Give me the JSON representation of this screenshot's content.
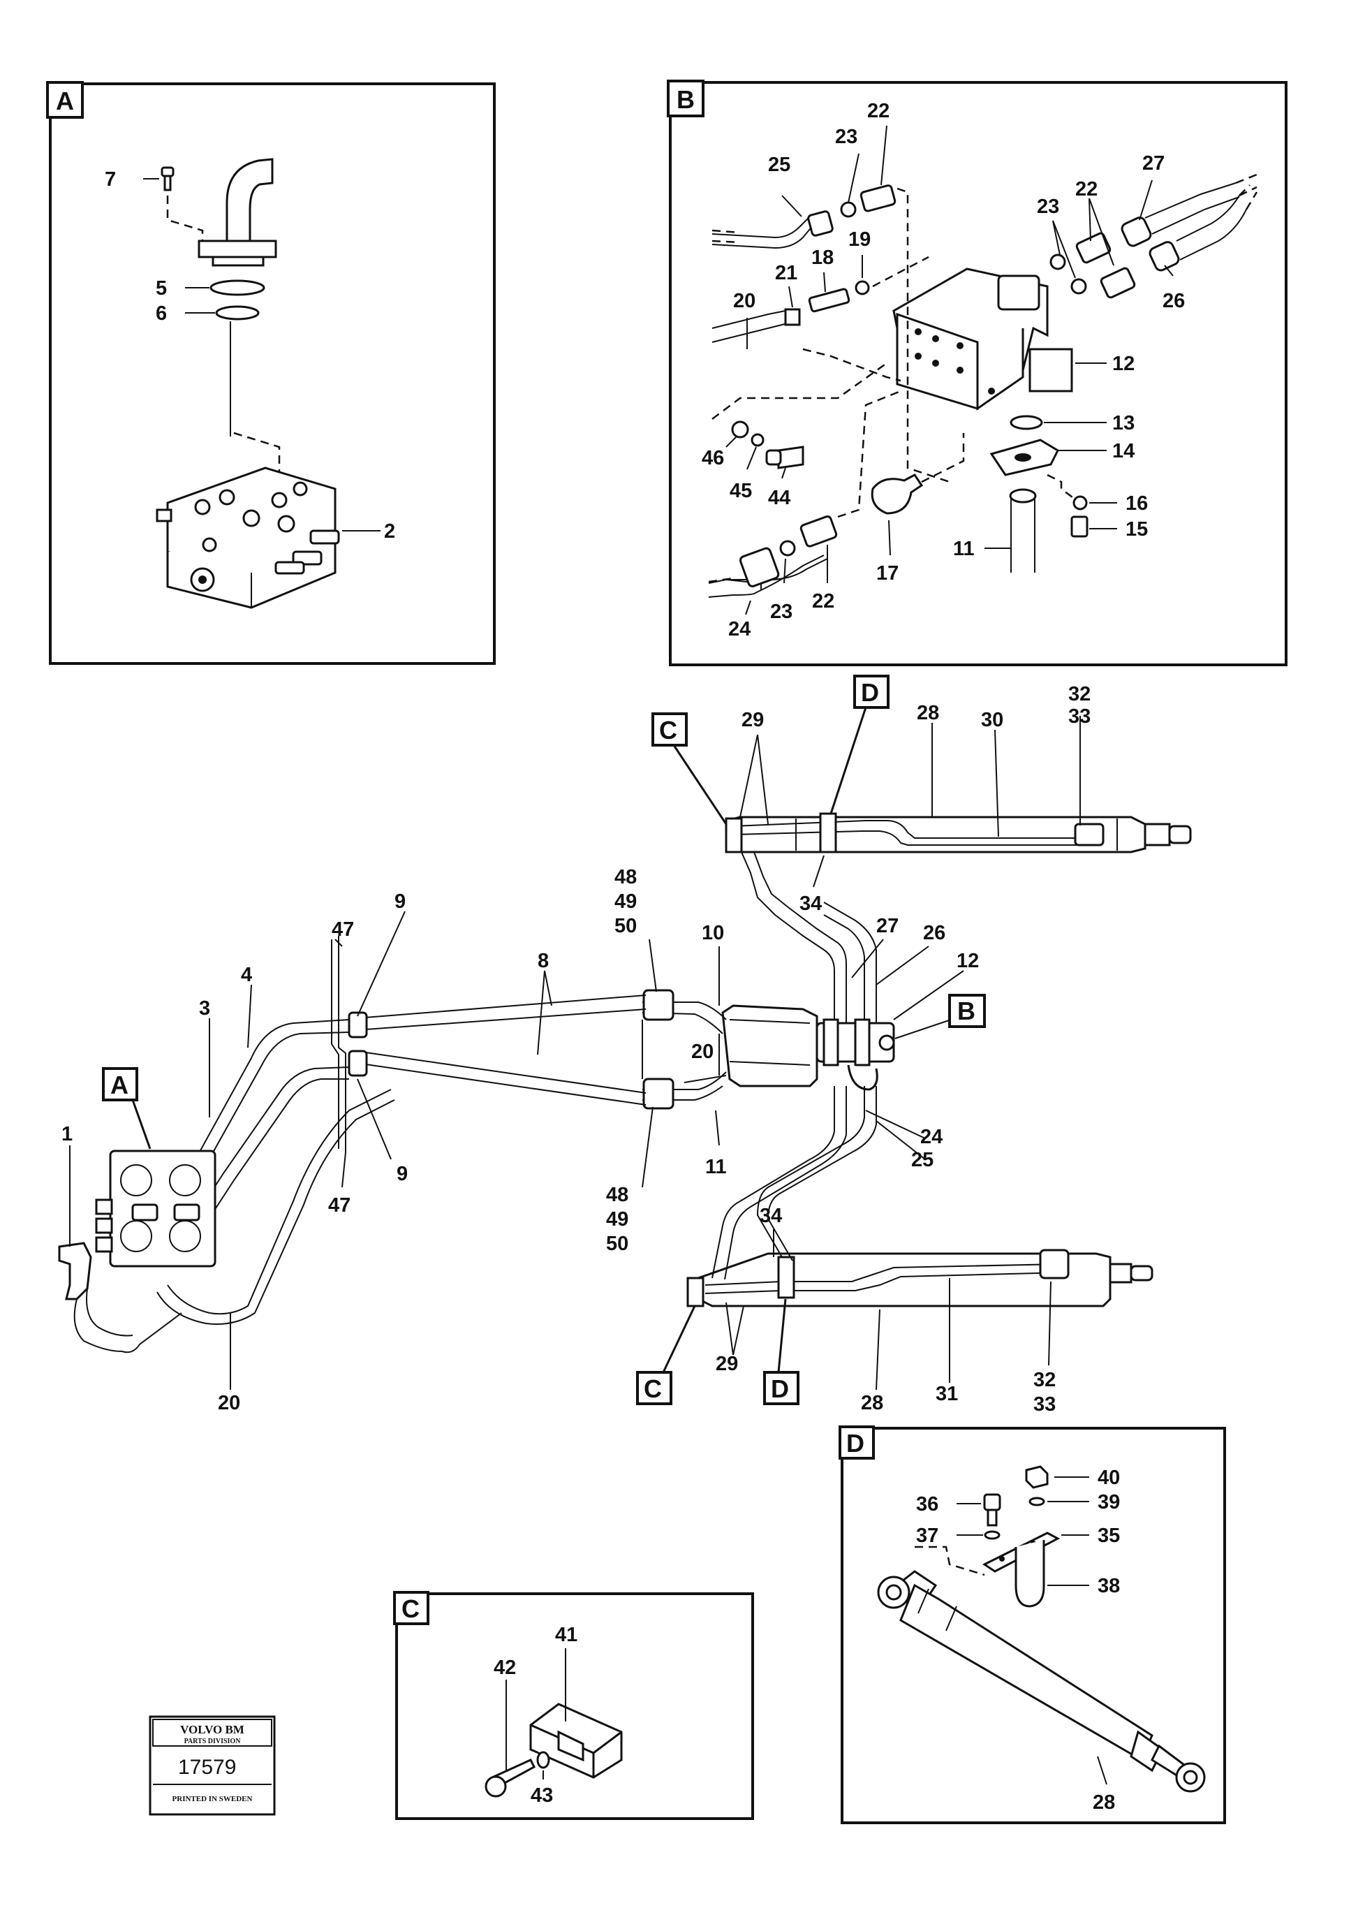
{
  "panels": {
    "A": {
      "tag": "A",
      "labels": {
        "l7": "7",
        "l5": "5",
        "l6": "6",
        "l2": "2"
      }
    },
    "B": {
      "tag": "B",
      "labels": {
        "l22a": "22",
        "l23a": "23",
        "l25": "25",
        "l27": "27",
        "l23b": "23",
        "l22b": "22",
        "l19": "19",
        "l18": "18",
        "l21": "21",
        "l20": "20",
        "l26": "26",
        "l12": "12",
        "l13": "13",
        "l46": "46",
        "l14": "14",
        "l45": "45",
        "l44": "44",
        "l16": "16",
        "l15": "15",
        "l17": "17",
        "l11": "11",
        "l24": "24",
        "l23c": "23",
        "l22c": "22"
      }
    },
    "C": {
      "tag": "C",
      "labels": {
        "l41": "41",
        "l42": "42",
        "l43": "43"
      }
    },
    "D": {
      "tag": "D",
      "labels": {
        "l40": "40",
        "l36": "36",
        "l39": "39",
        "l37": "37",
        "l35": "35",
        "l38": "38",
        "l28": "28"
      }
    }
  },
  "main": {
    "tags": {
      "A": "A",
      "B": "B",
      "C1": "C",
      "C2": "C",
      "D1": "D",
      "D2": "D"
    },
    "labels": {
      "l29a": "29",
      "l28a": "28",
      "l30": "30",
      "l32a": "32",
      "l33a": "33",
      "l34a": "34",
      "l48a": "48",
      "l49a": "49",
      "l50a": "50",
      "l10": "10",
      "l27": "27",
      "l26": "26",
      "l12": "12",
      "l9a": "9",
      "l47a": "47",
      "l8": "8",
      "l4": "4",
      "l3": "3",
      "l20a": "20",
      "l9b": "9",
      "l24": "24",
      "l25": "25",
      "l11": "11",
      "l1": "1",
      "l47b": "47",
      "l48b": "48",
      "l49b": "49",
      "l50b": "50",
      "l34b": "34",
      "l29b": "29",
      "l28b": "28",
      "l31": "31",
      "l32b": "32",
      "l33b": "33",
      "l20b": "20"
    }
  },
  "stamp": {
    "brand": "VOLVO BM",
    "division": "PARTS DIVISION",
    "number": "17579",
    "origin": "PRINTED IN SWEDEN"
  }
}
